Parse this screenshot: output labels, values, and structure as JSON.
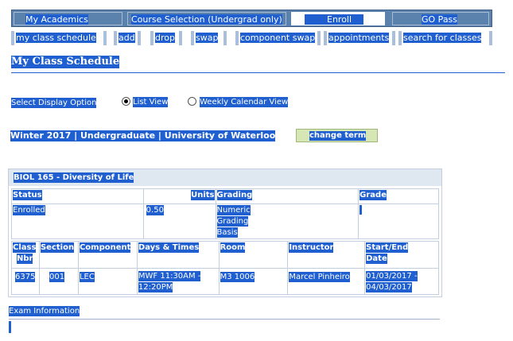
{
  "top_tabs": [
    "My Academics",
    "Course Selection (Undergrad only)",
    "Enroll",
    "GO Pass"
  ],
  "sub_nav": [
    "my class schedule",
    "add",
    "drop",
    "swap",
    "component swap",
    "appointments",
    "search for classes"
  ],
  "page_title": "My Class Schedule",
  "display": {
    "label": "Select Display Option",
    "option_list": "List View",
    "option_calendar": "Weekly Calendar View",
    "selected": "List View"
  },
  "term": {
    "text": "Winter 2017 | Undergraduate | University of Waterloo",
    "change_label": "change term"
  },
  "course": {
    "title": "BIOL 165 - Diversity of Life",
    "status_headers": {
      "status": "Status",
      "units": "Units",
      "grading": "Grading",
      "grade": "Grade"
    },
    "status_row": {
      "status": "Enrolled",
      "units": "0.50",
      "grading_l1": "Numeric",
      "grading_l2": "Grading",
      "grading_l3": "Basis",
      "grade": ""
    },
    "class_headers": {
      "nbr_l1": "Class",
      "nbr_l2": "Nbr",
      "section": "Section",
      "component": "Component",
      "days": "Days & Times",
      "room": "Room",
      "instructor": "Instructor",
      "dates_l1": "Start/End",
      "dates_l2": "Date"
    },
    "class_row": {
      "nbr": "6375",
      "section": "001",
      "component": "LEC",
      "days_l1": "MWF 11:30AM -",
      "days_l2": "12:20PM",
      "room": "M3 1006",
      "instructor": "Marcel Pinheiro",
      "dates_l1": "01/03/2017 -",
      "dates_l2": "04/03/2017"
    }
  },
  "exam_label": "Exam Information",
  "colors": {
    "selection": "#1f5fcf",
    "tab_bg": "#5b82ad",
    "button_bg": "#d6e6b5",
    "header_bg": "#dfe7f1"
  }
}
